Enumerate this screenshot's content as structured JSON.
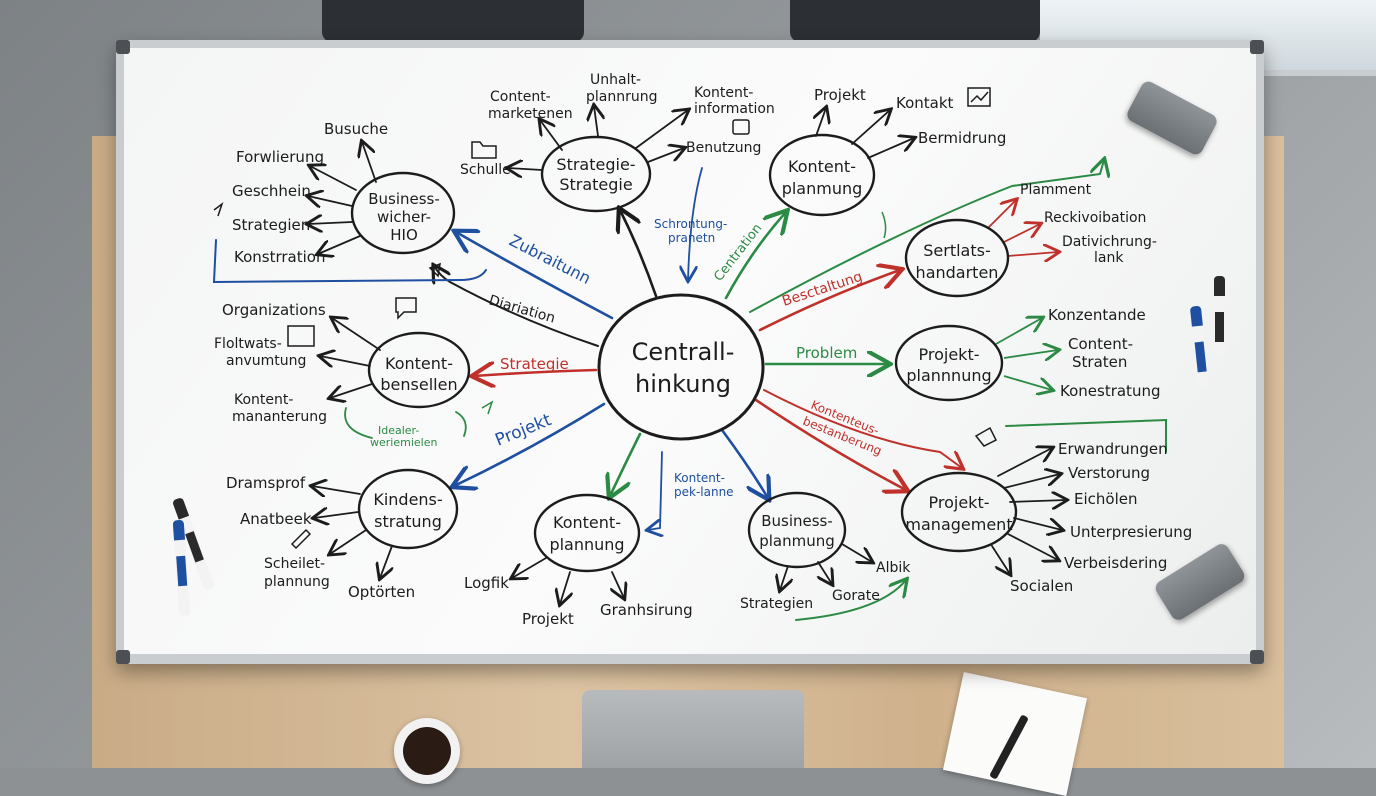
{
  "center": [
    "Centrall-",
    "hinkung"
  ],
  "nodes": {
    "business": [
      "Business-",
      "wicher-",
      "HIO"
    ],
    "strategie": [
      "Strategie-",
      "Strategie"
    ],
    "kontent_top": [
      "Kontent-",
      "planmung"
    ],
    "sertlats": [
      "Sertlats-",
      "handarten"
    ],
    "projekt_plan": [
      "Projekt-",
      "plannnung"
    ],
    "projekt_mgmt": [
      "Projekt-",
      "management"
    ],
    "business_plan": [
      "Business-",
      "planmung"
    ],
    "kontent_bottom": [
      "Kontent-",
      "plannung"
    ],
    "kindens": [
      "Kindens-",
      "stratung"
    ],
    "kontent_left": [
      "Kontent-",
      "bensellen"
    ]
  },
  "labels": {
    "busuche": "Busuche",
    "forwlierung": "Forwlierung",
    "geschhein": "Geschhein",
    "strategien": "Strategien",
    "konstrration": "Konstrration",
    "content_marketing": [
      "Content-",
      "marketenen"
    ],
    "unhalt": [
      "Unhalt-",
      "plannrung"
    ],
    "kontent_info": [
      "Kontent-",
      "information"
    ],
    "schulle": "Schulle",
    "benutzung": "Benutzung",
    "projekt_top": "Projekt",
    "kontakt": "Kontakt",
    "bermidrung": "Bermidrung",
    "plamment": "Plamment",
    "reckivoibation": "Reckivoibation",
    "dativichrung": [
      "Dativichrung-",
      "lank"
    ],
    "konzentande": "Konzentande",
    "content_straten": [
      "Content-",
      "Straten"
    ],
    "konestratung": "Konestratung",
    "erwandrungen": "Erwandrungen",
    "verstorung": "Verstorung",
    "eicholen": "Eichölen",
    "unterpresierung": "Unterpresierung",
    "verbeisdering": "Verbeisdering",
    "socialen": "Socialen",
    "albik": "Albik",
    "gorate": "Gorate",
    "strategien_bottom": "Strategien",
    "logfik": "Logfik",
    "projekt_bottom": "Projekt",
    "granhsirung": "Granhsirung",
    "kontent_pek": [
      "Kontent-",
      "pek-lanne"
    ],
    "dramsprof": "Dramsprof",
    "anatbeek": "Anatbeek",
    "scheilet": [
      "Scheilet-",
      "plannung"
    ],
    "optorten": "Optörten",
    "organizations": "Organizations",
    "flotwats": [
      "Floltwats-",
      "anvumtung"
    ],
    "kontent_manant": [
      "Kontent-",
      "mananterung"
    ],
    "idealer": [
      "Idealer-",
      "weriemielen"
    ],
    "zubraitunn": "Zubraitunn",
    "diariation": "Diariation",
    "strategie_arrow": "Strategie",
    "projekt_arrow": "Projekt",
    "schrontung": [
      "Schrontung-",
      "pranetn"
    ],
    "centration": "Centration",
    "besctaltung": "Besctaltung",
    "problem": "Problem",
    "kontenteus": [
      "Kontenteus-",
      "bestanberung"
    ]
  },
  "colors": {
    "ink_black": "#1c1c1c",
    "ink_blue": "#1f4fa0",
    "ink_red": "#c0312b",
    "ink_green": "#2b8a44"
  }
}
